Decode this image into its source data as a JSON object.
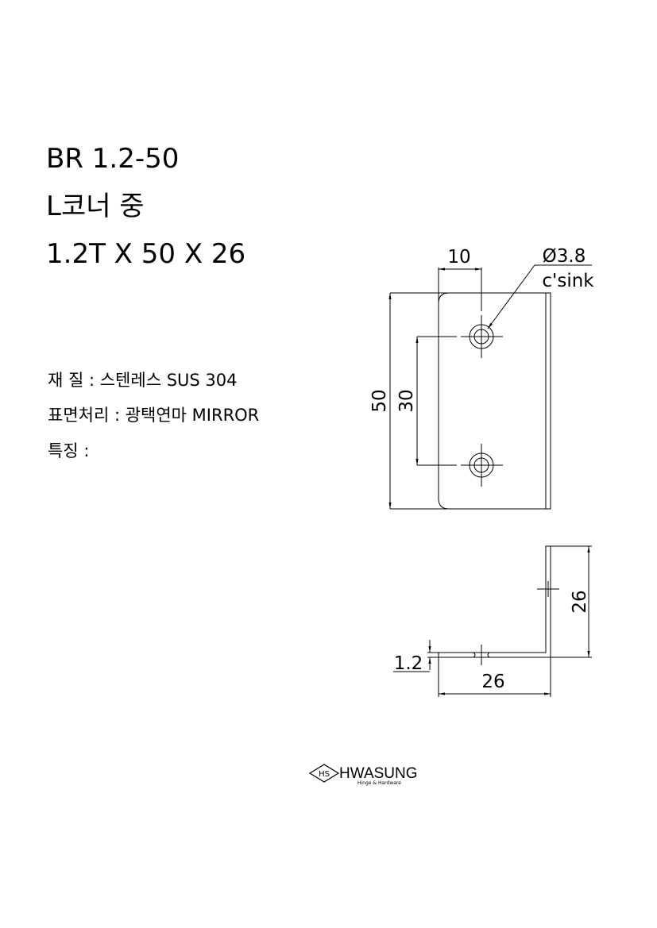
{
  "product": {
    "code": "BR 1.2-50",
    "name": "L코너 중",
    "size": "1.2T X 50 X 26"
  },
  "specs": [
    {
      "label": "재 질 : 스텐레스 SUS 304"
    },
    {
      "label": "표면처리 : 광택연마 MIRROR"
    },
    {
      "label": "특징 :"
    }
  ],
  "drawing": {
    "dim_hole_offset": "10",
    "hole_diameter": "Ø3.8",
    "hole_type": "c'sink",
    "dim_height": "50",
    "dim_hole_spacing": "30",
    "dim_leg_height": "26",
    "dim_leg_width": "26",
    "dim_thickness": "1.2"
  },
  "logo": {
    "badge": "HS",
    "brand": "HWASUNG",
    "tagline": "Hinge & Hardware"
  }
}
